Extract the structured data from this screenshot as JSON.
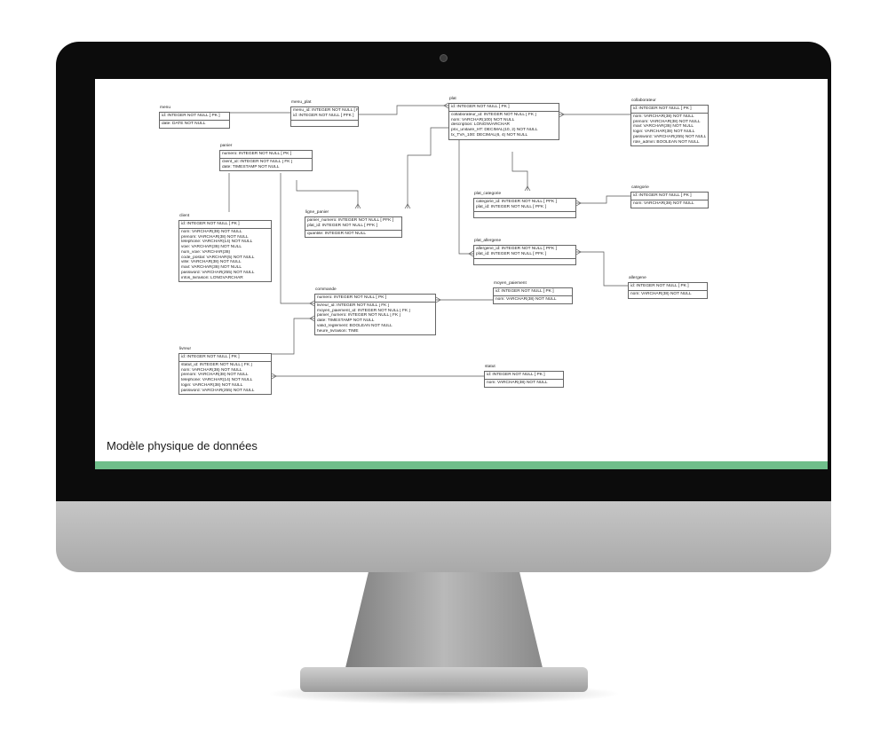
{
  "slide_title": "Modèle physique de données",
  "tables": {
    "menu": {
      "name": "menu",
      "pk": [
        "id: INTEGER   NOT NULL  [ PK ]"
      ],
      "fields": [
        "date: DATE   NOT NULL"
      ]
    },
    "menu_plat": {
      "name": "menu_plat",
      "pk": [
        "menu_id: INTEGER   NOT NULL  [ PFK ]",
        "id: INTEGER   NOT NULL  [ PFK ]"
      ],
      "fields": []
    },
    "plat": {
      "name": "plat",
      "pk": [
        "id: INTEGER   NOT NULL  [ PK ]"
      ],
      "fields": [
        "collaborateur_id: INTEGER   NOT NULL  [ FK ]",
        "nom: VARCHAR(100)   NOT NULL",
        "description: LONGNVARCHAR",
        "prix_unitaire_HT: DECIMAL(10, 2)   NOT NULL",
        "tx_TVA_100: DECIMAL(6, 4)   NOT NULL"
      ]
    },
    "collaborateur": {
      "name": "collaborateur",
      "pk": [
        "id: INTEGER   NOT NULL  [ PK ]"
      ],
      "fields": [
        "nom: VARCHAR(38)   NOT NULL",
        "prenom: VARCHAR(38)   NOT NULL",
        "mail: VARCHAR(38)   NOT NULL",
        "login: VARCHAR(38)   NOT NULL",
        "password: VARCHAR(255)   NOT NULL",
        "role_admin: BOOLEAN   NOT NULL"
      ]
    },
    "panier": {
      "name": "panier",
      "pk": [
        "numero: INTEGER   NOT NULL  [ PK ]"
      ],
      "fields": [
        "client_id: INTEGER   NOT NULL  [ FK ]",
        "date: TIMESTAMP   NOT NULL"
      ]
    },
    "client": {
      "name": "client",
      "pk": [
        "id: INTEGER   NOT NULL  [ PK ]"
      ],
      "fields": [
        "nom: VARCHAR(38)   NOT NULL",
        "prenom: VARCHAR(38)   NOT NULL",
        "telephone: VARCHAR(14)   NOT NULL",
        "voie: VARCHAR(38)   NOT NULL",
        "num_voie: VARCHAR(38)",
        "code_postal: VARCHAR(5)   NOT NULL",
        "ville: VARCHAR(38)   NOT NULL",
        "mail: VARCHAR(38)   NOT NULL",
        "password: VARCHAR(255)   NOT NULL",
        "infos_livraison: LONGVARCHAR"
      ]
    },
    "ligne_panier": {
      "name": "ligne_panier",
      "pk": [
        "panier_numero: INTEGER   NOT NULL  [ PFK ]",
        "plat_id: INTEGER   NOT NULL  [ PFK ]"
      ],
      "fields": [
        "quantite: INTEGER   NOT NULL"
      ]
    },
    "plat_categorie": {
      "name": "plat_categorie",
      "pk": [
        "categorie_id: INTEGER   NOT NULL  [ PFK ]",
        "plat_id: INTEGER   NOT NULL  [ PFK ]"
      ],
      "fields": []
    },
    "categorie": {
      "name": "categorie",
      "pk": [
        "id: INTEGER   NOT NULL  [ PK ]"
      ],
      "fields": [
        "nom: VARCHAR(38)   NOT NULL"
      ]
    },
    "plat_allergene": {
      "name": "plat_allergene",
      "pk": [
        "allergene_id: INTEGER   NOT NULL  [ PFK ]",
        "plat_id: INTEGER   NOT NULL  [ PFK ]"
      ],
      "fields": []
    },
    "allergene": {
      "name": "allergene",
      "pk": [
        "id: INTEGER   NOT NULL  [ PK ]"
      ],
      "fields": [
        "nom: VARCHAR(38)   NOT NULL"
      ]
    },
    "commande": {
      "name": "commande",
      "pk": [
        "numero: INTEGER   NOT NULL  [ PK ]"
      ],
      "fields": [
        "livreur_id: INTEGER   NOT NULL  [ FK ]",
        "moyen_paiement_id: INTEGER   NOT NULL  [ FK ]",
        "panier_numero: INTEGER   NOT NULL  [ FK ]",
        "date: TIMESTAMP   NOT NULL",
        "valid_reglement: BOOLEAN   NOT NULL",
        "heure_livraison: TIME"
      ]
    },
    "moyen_paiement": {
      "name": "moyen_paiement",
      "pk": [
        "id: INTEGER   NOT NULL  [ PK ]"
      ],
      "fields": [
        "nom: VARCHAR(38)   NOT NULL"
      ]
    },
    "livreur": {
      "name": "livreur",
      "pk": [
        "id: INTEGER   NOT NULL  [ PK ]"
      ],
      "fields": [
        "statut_id: INTEGER   NOT NULL  [ FK ]",
        "nom: VARCHAR(38)   NOT NULL",
        "prenom: VARCHAR(38)   NOT NULL",
        "telephone: VARCHAR(14)   NOT NULL",
        "login: VARCHAR(38)   NOT NULL",
        "password: VARCHAR(255)   NOT NULL"
      ]
    },
    "statut": {
      "name": "statut",
      "pk": [
        "id: INTEGER   NOT NULL  [ PK ]"
      ],
      "fields": [
        "nom: VARCHAR(38)   NOT NULL"
      ]
    }
  }
}
